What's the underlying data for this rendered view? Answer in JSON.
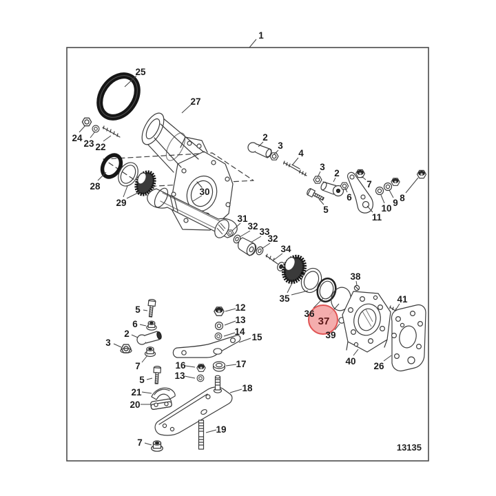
{
  "figure": {
    "code": "13135",
    "highlighted_callout": "37"
  },
  "style": {
    "line_color": "#3f3f3f",
    "label_color": "#1c1c1c",
    "highlight_fill": "#f3a6a6",
    "highlight_stroke": "#e05454",
    "highlight_label_color": "#5a1616",
    "background": "#ffffff"
  },
  "callouts": [
    {
      "text": "1"
    },
    {
      "text": "25"
    },
    {
      "text": "27"
    },
    {
      "text": "24"
    },
    {
      "text": "23"
    },
    {
      "text": "22"
    },
    {
      "text": "28"
    },
    {
      "text": "29"
    },
    {
      "text": "30"
    },
    {
      "text": "2"
    },
    {
      "text": "3"
    },
    {
      "text": "4"
    },
    {
      "text": "3"
    },
    {
      "text": "2"
    },
    {
      "text": "7"
    },
    {
      "text": "6"
    },
    {
      "text": "5"
    },
    {
      "text": "8"
    },
    {
      "text": "9"
    },
    {
      "text": "10"
    },
    {
      "text": "11"
    },
    {
      "text": "31"
    },
    {
      "text": "32"
    },
    {
      "text": "33"
    },
    {
      "text": "32"
    },
    {
      "text": "34"
    },
    {
      "text": "35"
    },
    {
      "text": "36"
    },
    {
      "text": "37"
    },
    {
      "text": "38"
    },
    {
      "text": "39"
    },
    {
      "text": "40"
    },
    {
      "text": "26"
    },
    {
      "text": "41"
    },
    {
      "text": "5"
    },
    {
      "text": "6"
    },
    {
      "text": "2"
    },
    {
      "text": "3"
    },
    {
      "text": "7"
    },
    {
      "text": "5"
    },
    {
      "text": "21"
    },
    {
      "text": "20"
    },
    {
      "text": "12"
    },
    {
      "text": "13"
    },
    {
      "text": "14"
    },
    {
      "text": "15"
    },
    {
      "text": "16"
    },
    {
      "text": "13"
    },
    {
      "text": "17"
    },
    {
      "text": "18"
    },
    {
      "text": "19"
    },
    {
      "text": "7"
    }
  ]
}
